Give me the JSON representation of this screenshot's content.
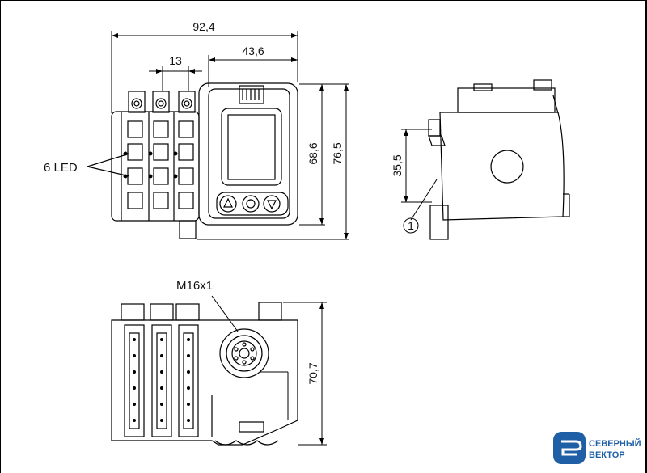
{
  "dimensions": {
    "overall_width": "92,4",
    "pitch": "13",
    "display_width": "43,6",
    "height_inner": "68,6",
    "height_total": "76,5",
    "rail_offset": "35,5",
    "depth": "70,7"
  },
  "labels": {
    "led": "6 LED",
    "connector": "M16x1",
    "callout": "1"
  },
  "logo": {
    "line1": "СЕВЕРНЫЙ",
    "line2": "ВЕКТОР",
    "color": "#1f5fa6"
  }
}
